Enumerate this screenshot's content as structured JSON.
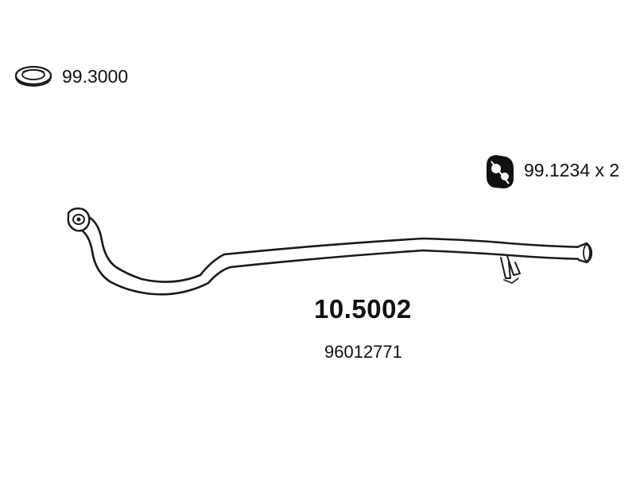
{
  "diagram": {
    "accessories": [
      {
        "code": "99.3000",
        "icon": "gasket-ring-icon"
      },
      {
        "code": "99.1234 x 2",
        "icon": "rubber-mount-icon"
      }
    ],
    "part": {
      "number": "10.5002",
      "oem_number": "96012771",
      "icon": "exhaust-pipe-icon"
    },
    "colors": {
      "line": "#1a1a1a",
      "background": "#ffffff"
    }
  }
}
